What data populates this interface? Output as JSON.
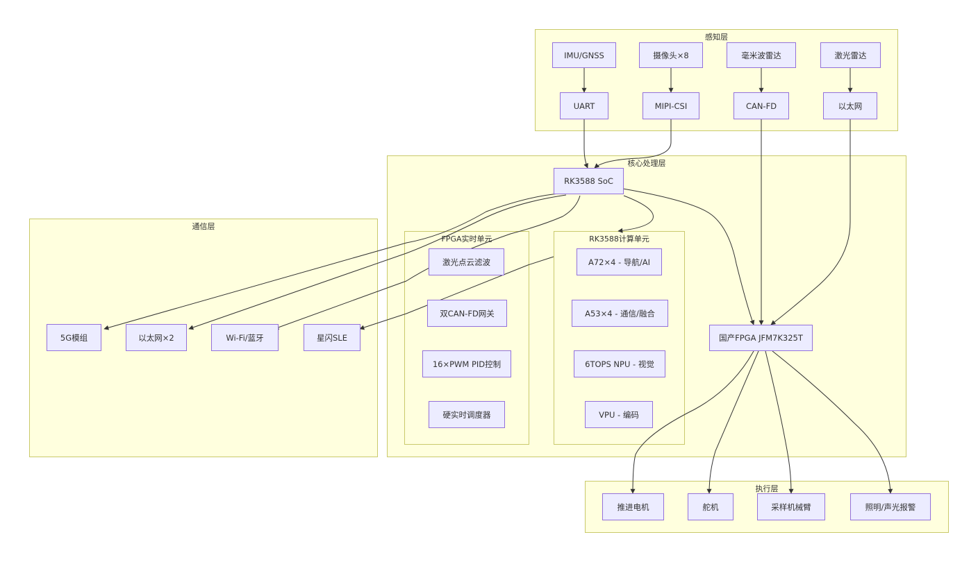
{
  "clusters": {
    "perception": "感知层",
    "core": "核心处理层",
    "comm": "通信层",
    "fpga_unit": "FPGA实时单元",
    "rk_unit": "RK3588计算单元",
    "exec": "执行层"
  },
  "nodes": {
    "imu": "IMU/GNSS",
    "camera": "摄像头×8",
    "mmwave": "毫米波雷达",
    "lidar": "激光雷达",
    "uart": "UART",
    "mipi": "MIPI-CSI",
    "canfd": "CAN-FD",
    "eth": "以太网",
    "soc": "RK3588 SoC",
    "pointcloud": "激光点云滤波",
    "dual_can": "双CAN-FD网关",
    "pwm": "16×PWM PID控制",
    "rt_sched": "硬实时调度器",
    "a72": "A72×4 - 导航/AI",
    "a53": "A53×4 - 通信/融合",
    "npu": "6TOPS NPU - 视觉",
    "vpu": "VPU - 编码",
    "fpga": "国产FPGA JFM7K325T",
    "g5": "5G模组",
    "eth2": "以太网×2",
    "wifi": "Wi-Fi/蓝牙",
    "sle": "星闪SLE",
    "motor": "推进电机",
    "servo": "舵机",
    "arm": "采样机械臂",
    "light": "照明/声光报警"
  }
}
